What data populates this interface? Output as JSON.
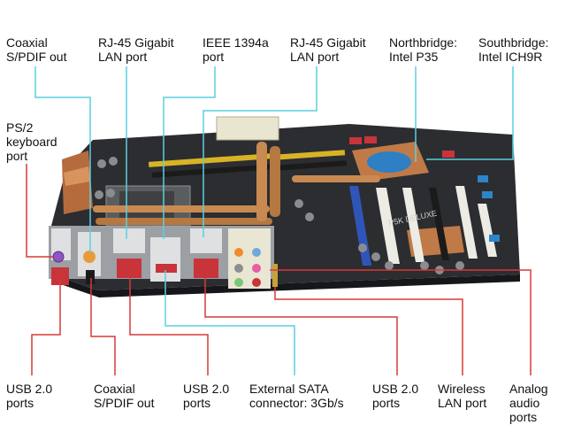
{
  "diagram": {
    "labels": {
      "coaxial_spdif_top": "Coaxial\nS/PDIF out",
      "rj45_left": "RJ-45 Gigabit\nLAN port",
      "ieee1394a": "IEEE 1394a\nport",
      "rj45_right": "RJ-45 Gigabit\nLAN port",
      "northbridge": "Northbridge:\nIntel P35",
      "southbridge": "Southbridge:\nIntel ICH9R",
      "ps2_keyboard": "PS/2\nkeyboard\nport",
      "usb_left": "USB 2.0\nports",
      "coaxial_spdif_bottom": "Coaxial\nS/PDIF out",
      "usb_middle": "USB 2.0\nports",
      "external_sata": "External SATA\nconnector: 3Gb/s",
      "usb_right": "USB 2.0\nports",
      "wireless_lan": "Wireless\nLAN port",
      "analog_audio": "Analog\naudio\nports"
    },
    "board_marking": "P5K DELUXE",
    "colors": {
      "leader_cyan": "#5ccfe0",
      "leader_red": "#d93838",
      "pcb": "#2b2d30",
      "heatpipe": "#c98a52",
      "ram_slot_yellow": "#d8b326",
      "pcie_blue": "#2f55b8",
      "pci_white": "#ecebe4",
      "sata_red": "#c8343a",
      "sata_blue": "#2c85c8"
    }
  }
}
